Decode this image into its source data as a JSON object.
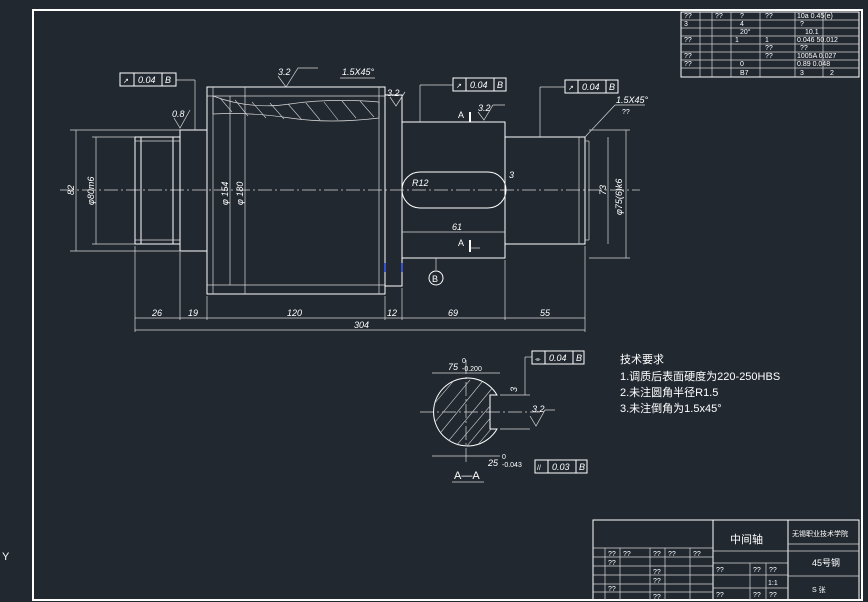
{
  "drawing": {
    "roughness_marks": [
      "3.2",
      "3.2",
      "3.2",
      "3.2",
      "0.8"
    ],
    "chamfer_note_1": "1.5X45°",
    "chamfer_note_2": "1.5X45°",
    "chamfer_note_2_sub": "??",
    "tolerance_frames": [
      {
        "symbol": "↗",
        "value": "0.04",
        "datum": "B"
      },
      {
        "symbol": "↗",
        "value": "0.04",
        "datum": "B"
      },
      {
        "symbol": "↗",
        "value": "0.04",
        "datum": "B"
      },
      {
        "symbol": "⌯",
        "value": "0.04",
        "datum": "B"
      },
      {
        "symbol": "//",
        "value": "0.03",
        "datum": "B"
      }
    ],
    "section_labels": {
      "a_top": "A",
      "a_bottom": "A",
      "datum": "B",
      "section_title": "A—A"
    },
    "diameters": {
      "d82": "82",
      "d80": "φ80m6",
      "d154": "φ 154",
      "d180": "φ 180",
      "d73": "73",
      "d75": "φ75(6)k6",
      "keyway_r": "R12",
      "keyway_depth": "3"
    },
    "lengths": {
      "l26": "26",
      "l19": "19",
      "l120": "120",
      "l12": "12",
      "l69": "69",
      "l55": "55",
      "total": "304",
      "keyway": "61"
    },
    "section_dims": {
      "top": "75",
      "top_tol_upper": "0",
      "top_tol_lower": "-0.200",
      "bottom": "25",
      "bottom_tol_upper": "0",
      "bottom_tol_lower": "-0.043",
      "side": "3"
    }
  },
  "notes": {
    "heading": "技术要求",
    "lines": [
      "1.调质后表面硬度为220-250HBS",
      "2.未注圆角半径R1.5",
      "3.未注倒角为1.5x45°"
    ]
  },
  "title_block": {
    "part_name": "中间轴",
    "school": "无锡职业技术学院",
    "material": "45号钢",
    "scale": "1:1",
    "sheet": "S 张",
    "question_marks": "??"
  },
  "param_table": {
    "cells": [
      "??",
      "??",
      "?",
      "??",
      "4",
      "3",
      "20°",
      "??",
      "??",
      "??",
      "??",
      "??",
      "1",
      "1",
      "??",
      "??",
      "??",
      "B7",
      "3",
      "0",
      "2",
      "10a 0.45(e)",
      "?",
      "10.1",
      "0.046 50.012",
      "??",
      "1005A 0.027",
      "0.89 0.048",
      "2",
      "??"
    ]
  },
  "colors": {
    "background": "#212830",
    "lines": "#ffffff",
    "accent": "#4060ff"
  }
}
